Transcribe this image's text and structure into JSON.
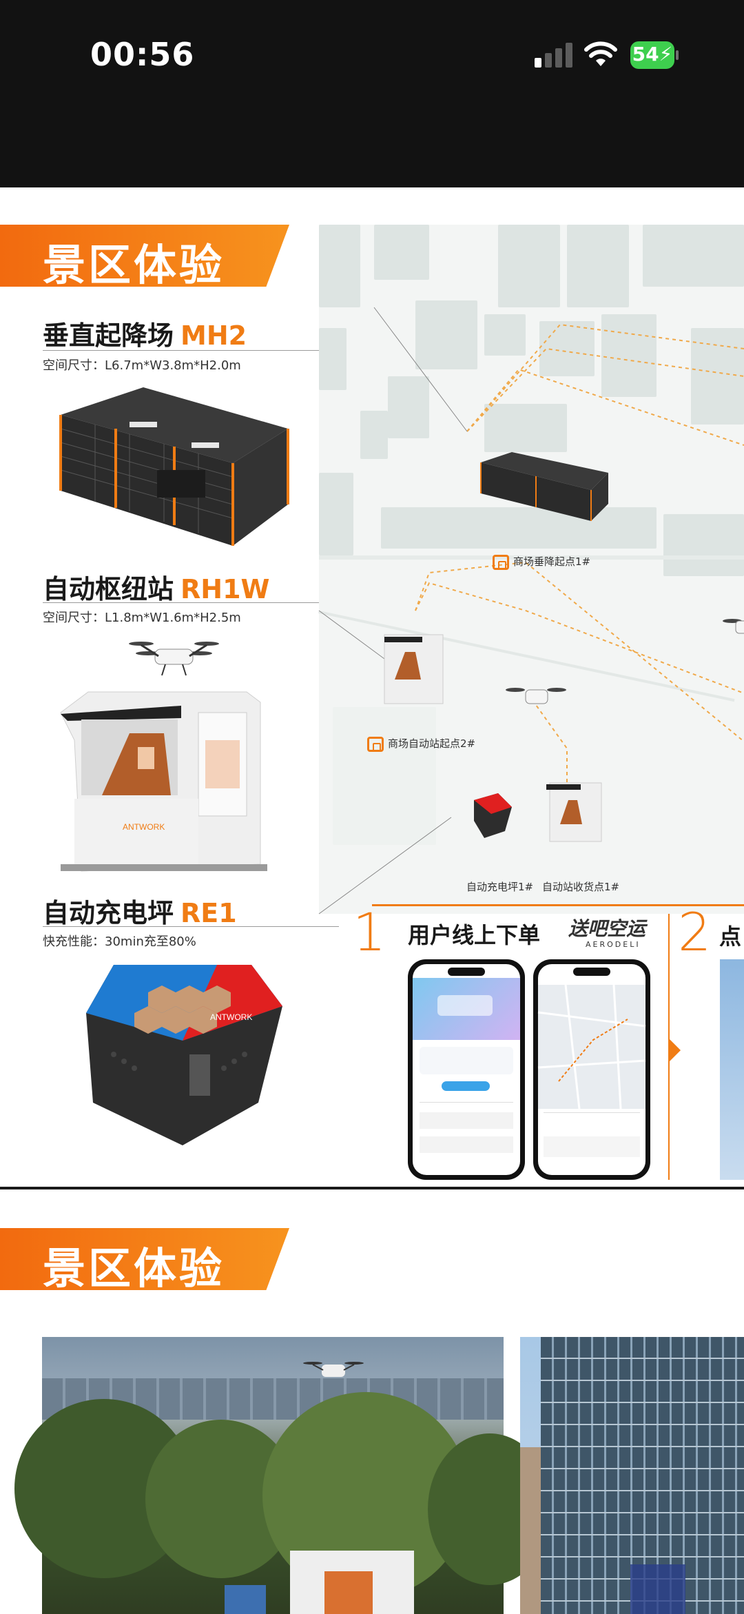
{
  "status_bar": {
    "time": "00:56",
    "battery": "54",
    "icons": [
      "signal-icon",
      "wifi-icon",
      "battery-charging-icon"
    ]
  },
  "slide1": {
    "banner": "景区体验",
    "products": [
      {
        "title": "垂直起降场",
        "code": "MH2",
        "spec": "空间尺寸：L6.7m*W3.8m*H2.0m"
      },
      {
        "title": "自动枢纽站",
        "code": "RH1W",
        "spec": "空间尺寸：L1.8m*W1.6m*H2.5m"
      },
      {
        "title": "自动充电坪",
        "code": "RE1",
        "spec": "快充性能：30min充至80%"
      }
    ],
    "device_brand": "ANTWORK",
    "map_labels": [
      "商场垂降起点1#",
      "商场自动站起点2#",
      "自动充电坪1#",
      "自动站收货点1#"
    ],
    "flow": {
      "step1_num": "1",
      "step1_title": "用户线上下单",
      "brand": "送吧空运",
      "brand_sub": "AERODELI",
      "step2_num": "2",
      "step2_title": "点"
    }
  },
  "slide2": {
    "banner": "景区体验"
  },
  "colors": {
    "accent": "#f07c14",
    "status_bar_bg": "#121212",
    "battery": "#3ecf4e"
  }
}
